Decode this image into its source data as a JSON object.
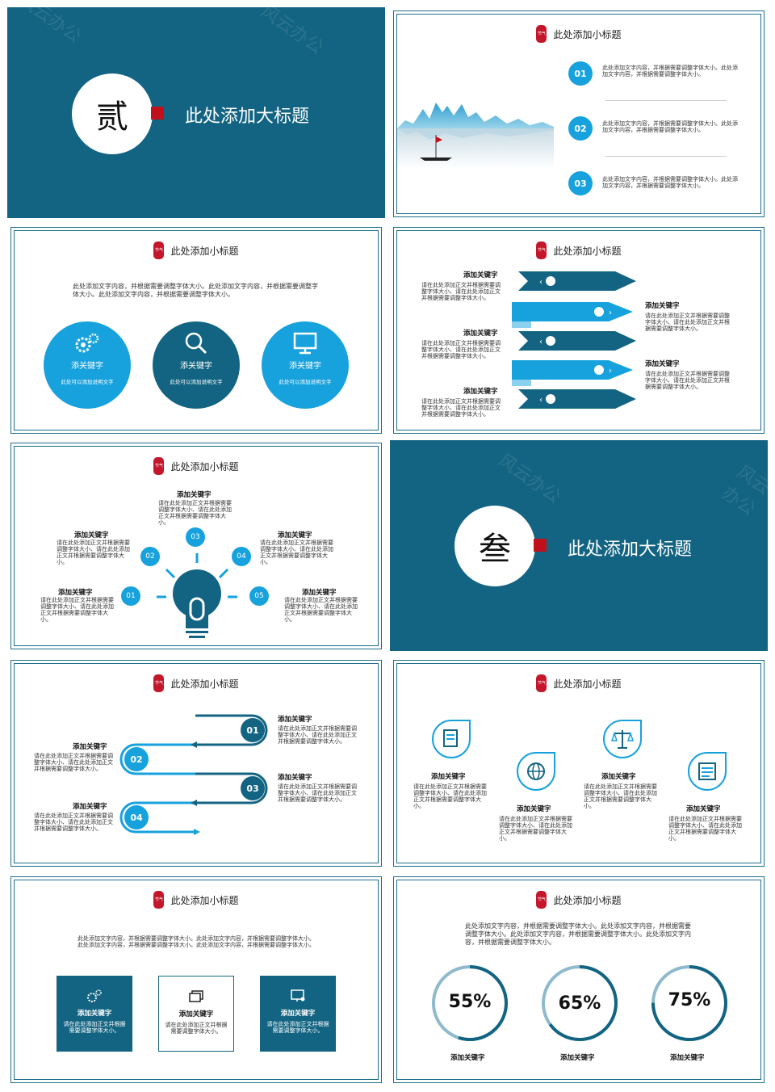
{
  "common": {
    "subtitle": "此处添加小标题",
    "big_title": "此处添加大标题",
    "seal_text": "节气",
    "keyword": "添加关键字",
    "body_4line": "请在此处添加正文并根据需要调整字体大小、请在此处添加正文并根据需要调整字体大小。",
    "body_2line": "请在此处添加正文并根据需要调整字体大小。",
    "watermark": "风云办公"
  },
  "slide1": {
    "section_char": "贰"
  },
  "slide2": {
    "items": [
      {
        "num": "01",
        "text": "此处添加文字内容，并根据需要调整字体大小。此处添加文字内容，并根据需要调整字体大小。"
      },
      {
        "num": "02",
        "text": "此处添加文字内容，并根据需要调整字体大小。此处添加文字内容，并根据需要调整字体大小。"
      },
      {
        "num": "03",
        "text": "此处添加文字内容，并根据需要调整字体大小。此处添加文字内容，并根据需要调整字体大小。"
      }
    ]
  },
  "slide3": {
    "intro": "此处添加文字内容，并根据需要调整字体大小。此处添加文字内容，并根据需要调整字体大小。此处添加文字内容，并根据需要调整字体大小。",
    "circles": [
      {
        "label": "添关键字",
        "desc": "此处可以添加说明文字",
        "icon": "gears-icon",
        "color": "#17a2dd"
      },
      {
        "label": "添关键字",
        "desc": "此处可以添加说明文字",
        "icon": "magnifier-icon",
        "color": "#136482"
      },
      {
        "label": "添关键字",
        "desc": "此处可以添加说明文字",
        "icon": "monitor-icon",
        "color": "#17a2dd"
      }
    ]
  },
  "slide6": {
    "section_char": "叁"
  },
  "slide7": {
    "nums": [
      "01",
      "02",
      "03",
      "04"
    ]
  },
  "slide9": {
    "intro": "此处添加文字内容，并根据需要调整字体大小。此处添加文字内容，并根据需要调整字体大小。此处添加文字内容，并根据需要调整字体大小。此处添加文字内容，并根据需要调整字体大小。"
  },
  "slide10": {
    "intro": "此处添加文字内容，并根据需要调整字体大小。此处添加文字内容，并根据需要调整字体大小。此处添加文字内容，并根据需要调整字体大小。此处添加文字内容，并根据需要调整字体大小。",
    "progress": [
      {
        "label": "55%",
        "value": 55
      },
      {
        "label": "65%",
        "value": 65
      },
      {
        "label": "75%",
        "value": 75
      }
    ]
  },
  "colors": {
    "dark": "#136482",
    "light": "#17a2dd",
    "seal": "#c4172c",
    "accent_red": "#c0101b",
    "ring_track": "#8fb9cc"
  }
}
